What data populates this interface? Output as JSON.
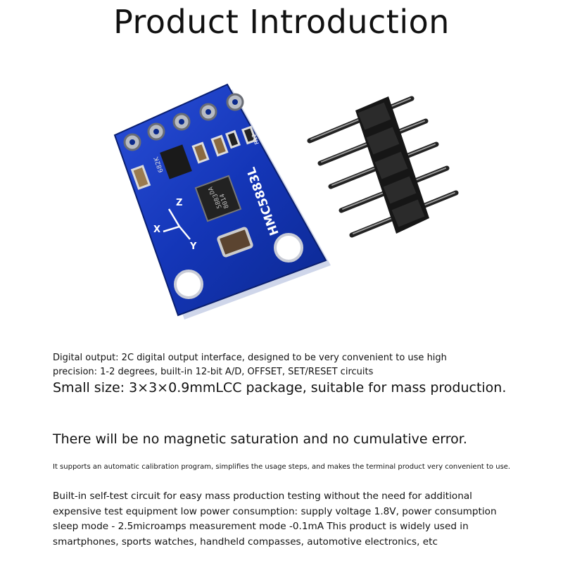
{
  "title": "Product Introduction",
  "board": {
    "chip_label": "HMC5883L",
    "ic_markings": [
      "DA",
      "5883",
      "8014"
    ],
    "resistor_label": "682K",
    "small_label": "R12",
    "axis_labels": {
      "x": "X",
      "y": "Y",
      "z": "Z"
    },
    "board_color": "#1436b8",
    "header_color": "#111111"
  },
  "lines": {
    "digital_output": "Digital output: 2C digital output interface, designed to be very convenient to use high",
    "precision": "precision: 1-2 degrees, built-in 12-bit A/D, OFFSET, SET/RESET circuits",
    "small_size": "Small size: 3×3×0.9mmLCC package, suitable for mass production.",
    "no_saturation": "There will be no magnetic saturation and no cumulative error.",
    "calibration": "It supports an automatic calibration program, simplifies the usage steps, and makes the terminal product very convenient to use."
  },
  "paragraph": [
    "Built-in self-test circuit for easy mass production testing without the need for additional",
    "expensive test equipment low power consumption: supply voltage 1.8V, power consumption",
    "sleep mode - 2.5microamps measurement mode -0.1mA This product is widely used in",
    "smartphones, sports watches, handheld compasses, automotive electronics, etc"
  ]
}
